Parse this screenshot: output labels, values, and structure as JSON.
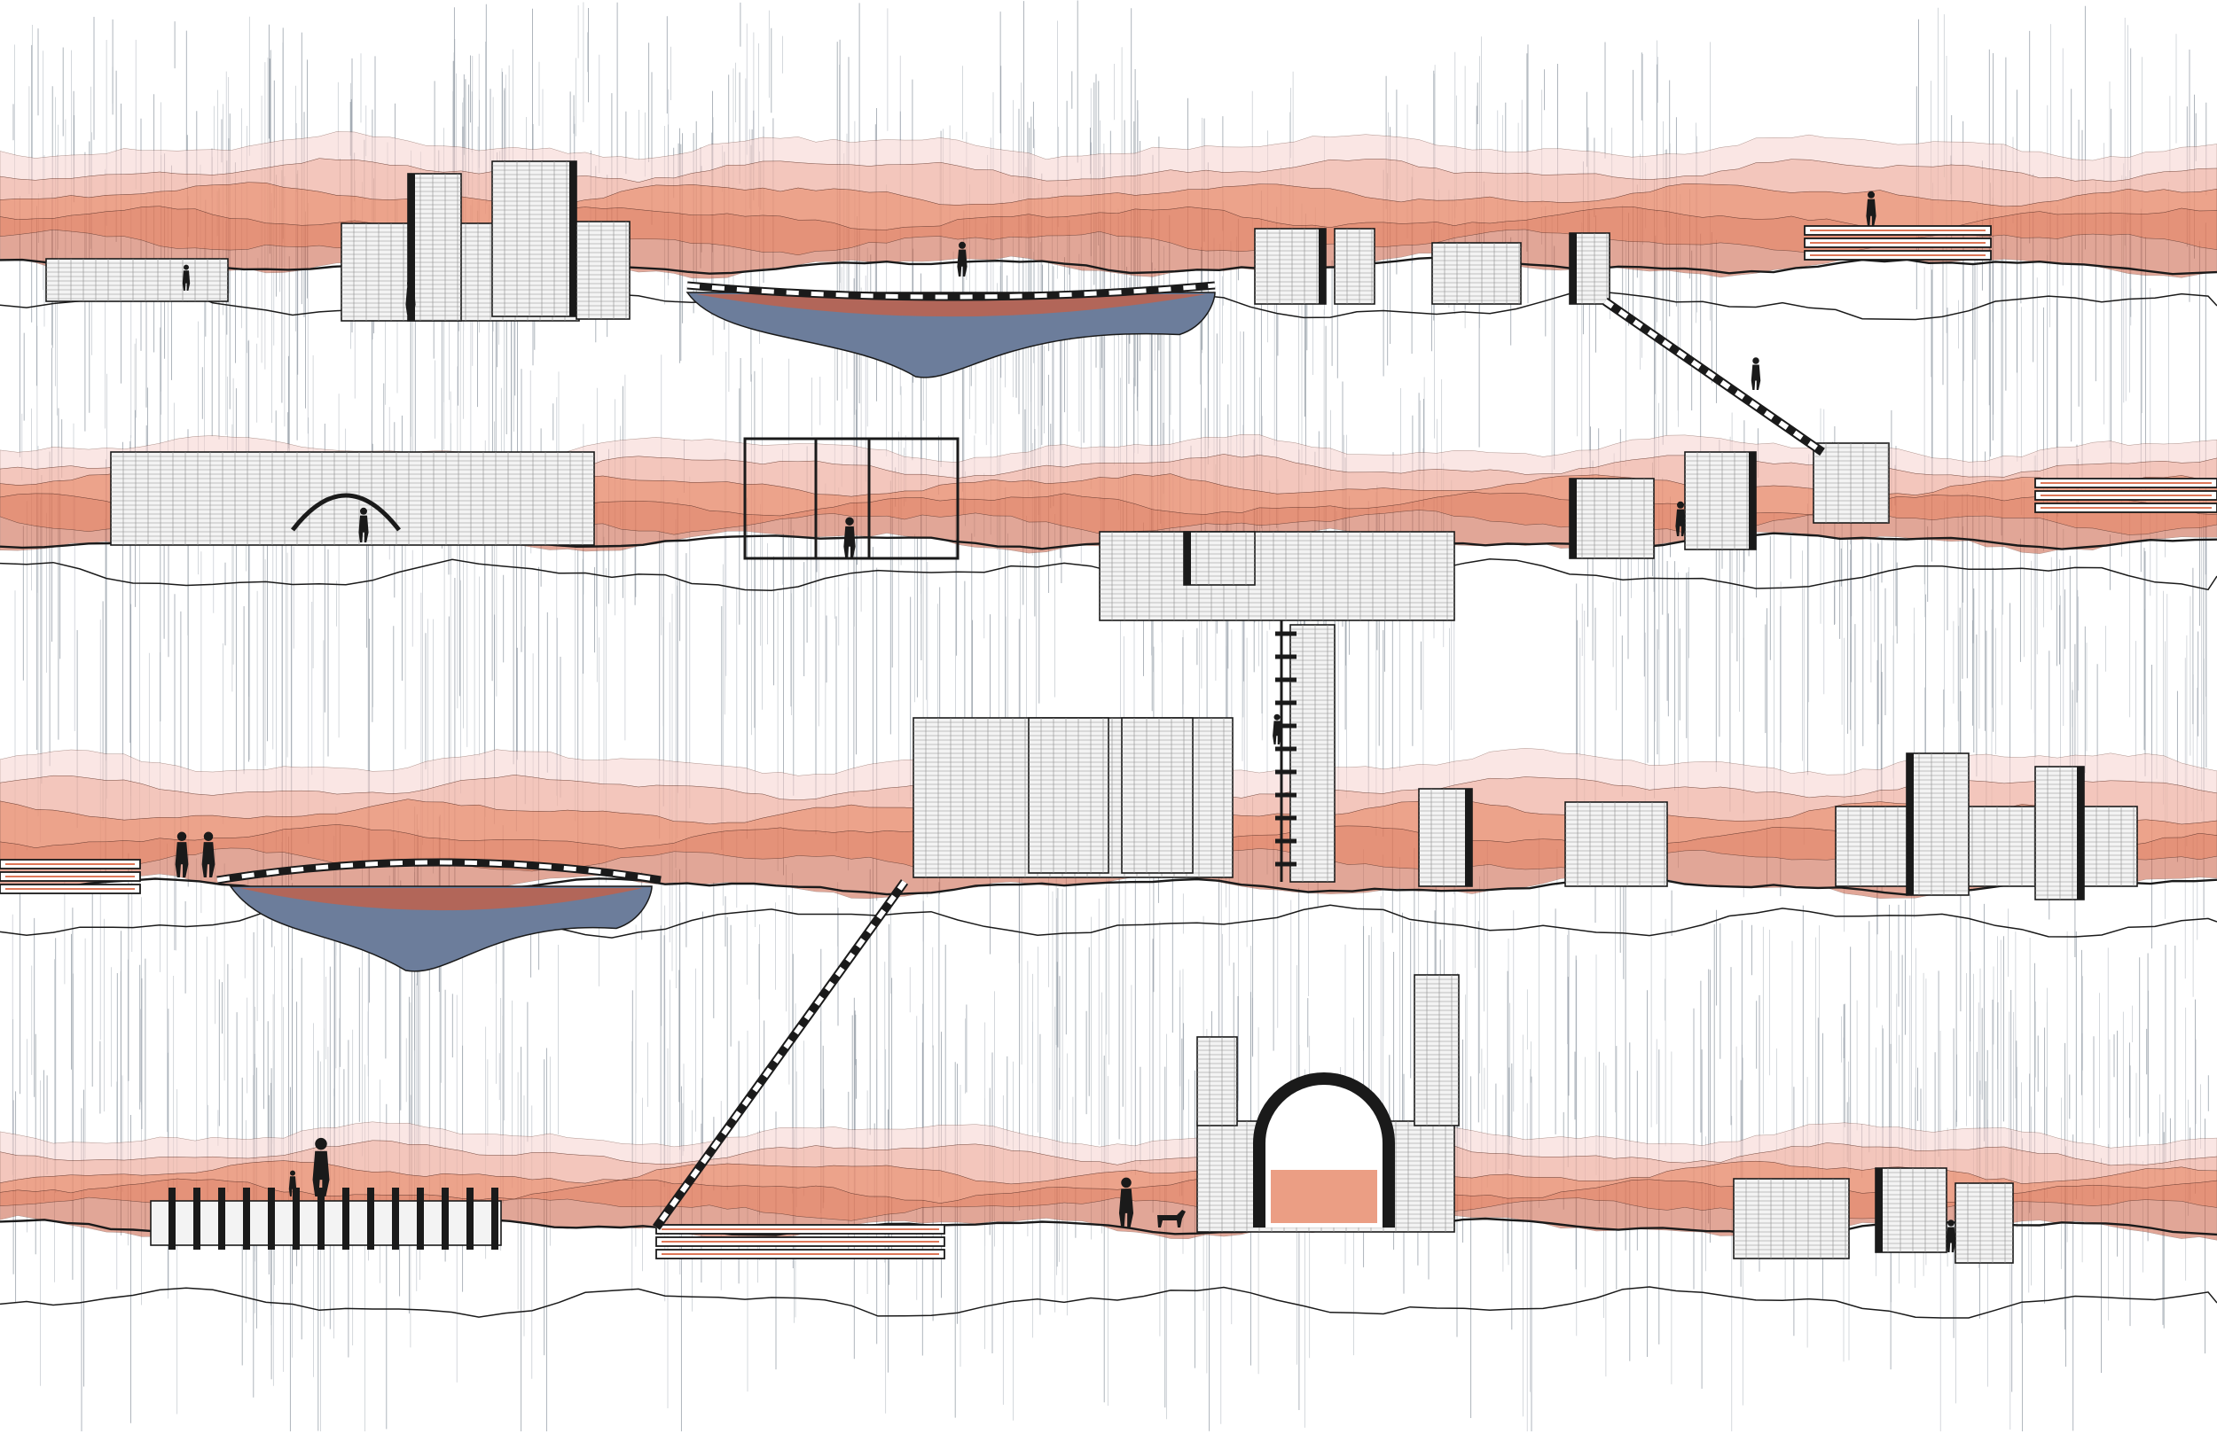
{
  "palette": {
    "background": "#ffffff",
    "rain": "#5d6a78",
    "rain_light": "#9aa4ae",
    "layer_pale": "#f6d2cf",
    "layer_blush": "#efb4a6",
    "layer_salmon": "#e99377",
    "layer_coral": "#de7758",
    "layer_rust": "#c95f43",
    "water": "#6c7d9b",
    "structure_fill": "#f3f3f3",
    "ink": "#1a1a1a"
  },
  "strips": [
    {
      "name": "strip-1",
      "features": [
        "low-platform",
        "ruin-tower",
        "bridge",
        "reservoir",
        "block-group",
        "stacked-deck"
      ]
    },
    {
      "name": "strip-2",
      "features": [
        "long-hall",
        "open-frame",
        "block-group",
        "stacked-deck"
      ]
    },
    {
      "name": "strip-3",
      "features": [
        "stacked-deck",
        "bridge",
        "reservoir",
        "ruin-blocks",
        "ladder-tower",
        "block-group"
      ]
    },
    {
      "name": "strip-4",
      "features": [
        "pier-deck",
        "stacked-deck",
        "arch-ruin",
        "block-group"
      ]
    }
  ],
  "connectors": [
    {
      "name": "stair-1",
      "kind": "inclined-stair"
    },
    {
      "name": "ladder-2",
      "kind": "vertical-ladder"
    },
    {
      "name": "stair-3",
      "kind": "inclined-stair"
    }
  ],
  "figures": [
    "person-standing",
    "person-walking",
    "person-climbing",
    "couple-walking",
    "family",
    "person-with-dog",
    "person-crouching"
  ]
}
